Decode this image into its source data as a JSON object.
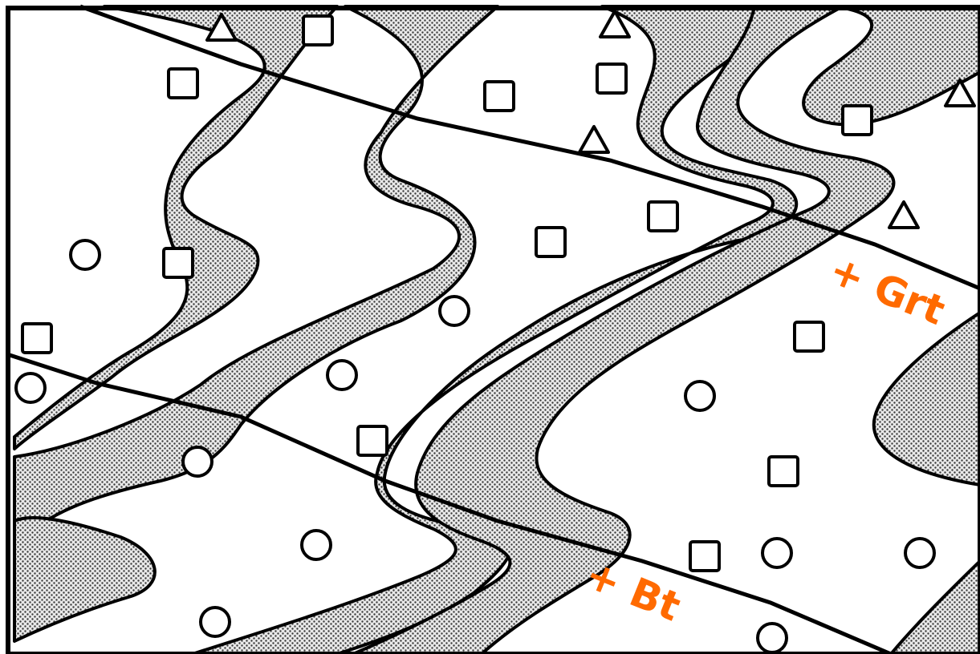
{
  "labels": {
    "grt": "+ Grt",
    "bt": "+ Bt"
  },
  "colors": {
    "label": "#ff6a00",
    "ink": "#000000",
    "band_fill": "#bdbdbd",
    "background": "#ffffff"
  },
  "symbols": {
    "square": "square-marker",
    "triangle": "triangle-marker",
    "circle": "circle-marker"
  }
}
